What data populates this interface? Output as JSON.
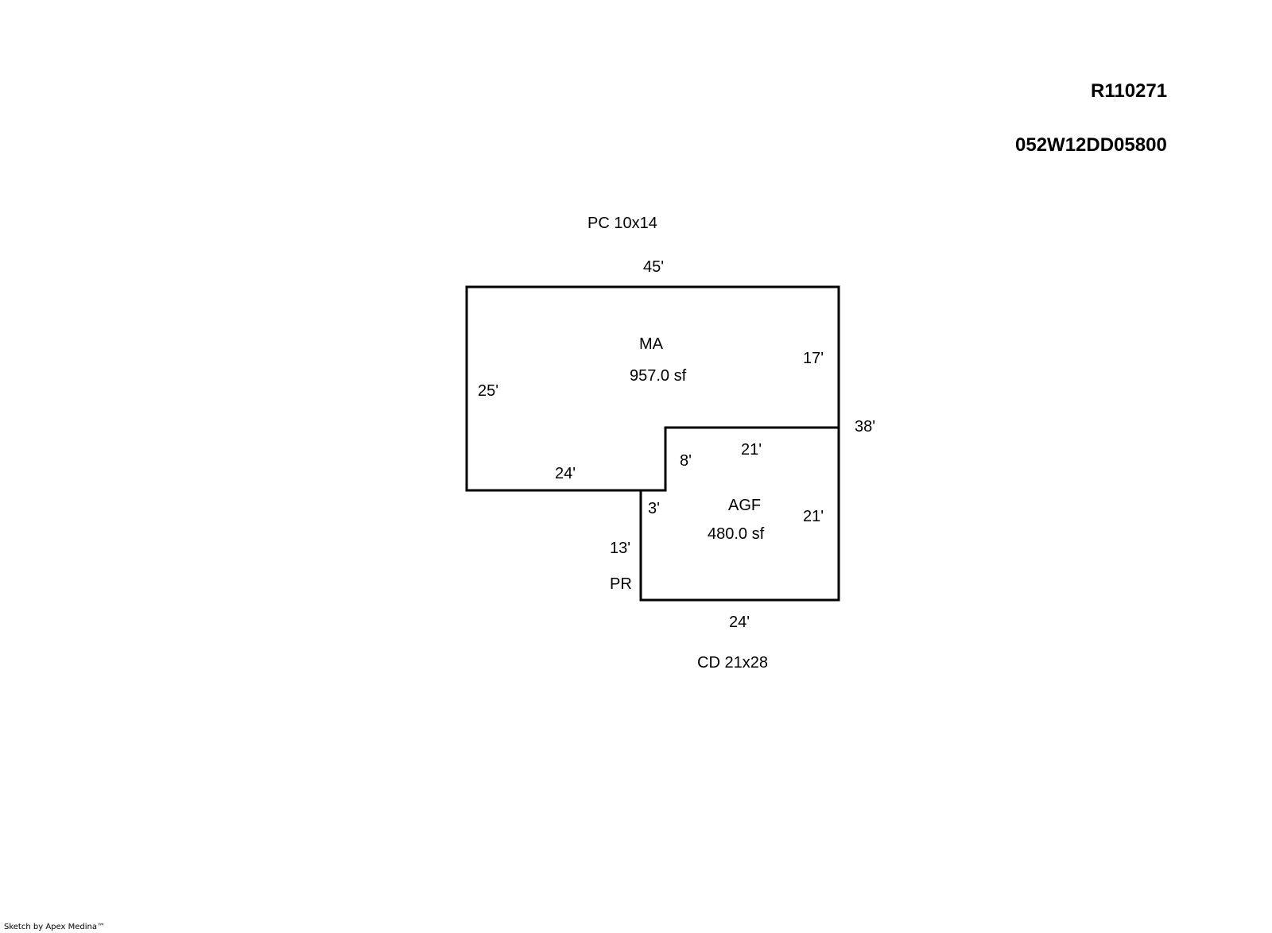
{
  "header": {
    "record_id": "R110271",
    "parcel_id": "052W12DD05800"
  },
  "sketch": {
    "areas": [
      {
        "code": "MA",
        "area": "957.0 sf"
      },
      {
        "code": "AGF",
        "area": "480.0 sf"
      }
    ],
    "extras": {
      "pc": "PC  10x14",
      "cd": "CD  21x28",
      "pr": "PR"
    },
    "dimensions": {
      "ma_top": "45'",
      "ma_left": "25'",
      "ma_right": "17'",
      "ma_bottom": "24'",
      "step": "8'",
      "overall_right": "38'",
      "agf_top": "21'",
      "agf_right": "21'",
      "agf_bottom": "24'",
      "pr_short": "3'",
      "pr_long": "13'"
    }
  },
  "footer": {
    "credit": "Sketch by Apex Medina™"
  }
}
